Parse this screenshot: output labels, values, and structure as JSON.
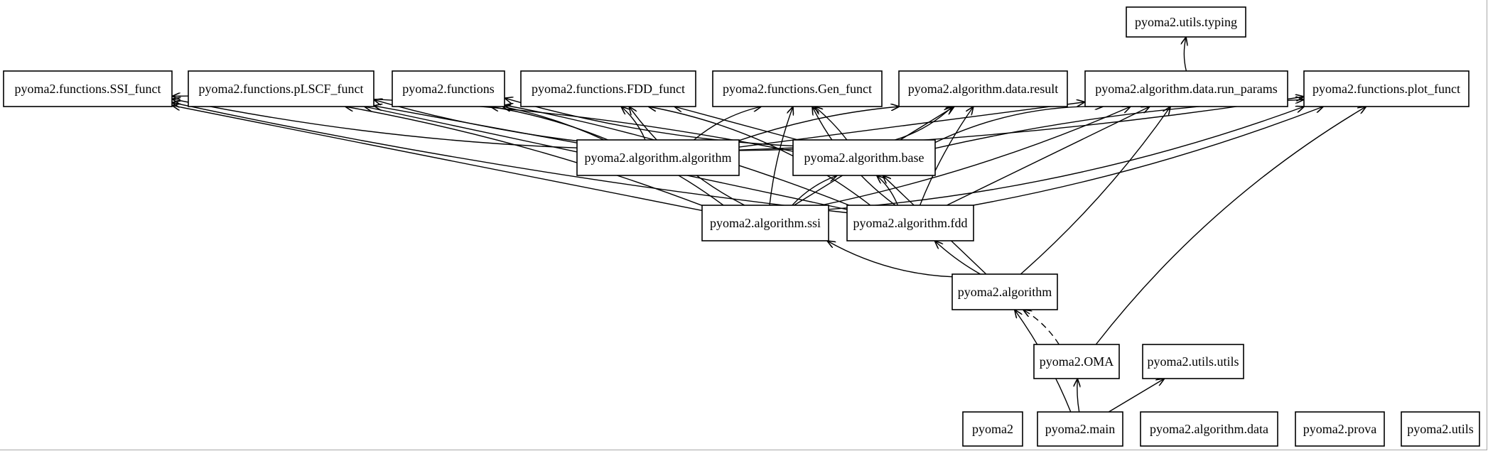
{
  "diagram": {
    "type": "module dependency graph",
    "edge_color": "#000000",
    "node_fill": "#ffffff",
    "nodes": [
      {
        "id": "typing",
        "label": "pyoma2.utils.typing"
      },
      {
        "id": "ssi_funct",
        "label": "pyoma2.functions.SSI_funct"
      },
      {
        "id": "plscf_funct",
        "label": "pyoma2.functions.pLSCF_funct"
      },
      {
        "id": "functions",
        "label": "pyoma2.functions"
      },
      {
        "id": "fdd_funct",
        "label": "pyoma2.functions.FDD_funct"
      },
      {
        "id": "gen_funct",
        "label": "pyoma2.functions.Gen_funct"
      },
      {
        "id": "result",
        "label": "pyoma2.algorithm.data.result"
      },
      {
        "id": "run_params",
        "label": "pyoma2.algorithm.data.run_params"
      },
      {
        "id": "plot_funct",
        "label": "pyoma2.functions.plot_funct"
      },
      {
        "id": "alg_alg",
        "label": "pyoma2.algorithm.algorithm"
      },
      {
        "id": "alg_base",
        "label": "pyoma2.algorithm.base"
      },
      {
        "id": "alg_ssi",
        "label": "pyoma2.algorithm.ssi"
      },
      {
        "id": "alg_fdd",
        "label": "pyoma2.algorithm.fdd"
      },
      {
        "id": "algorithm",
        "label": "pyoma2.algorithm"
      },
      {
        "id": "oma",
        "label": "pyoma2.OMA"
      },
      {
        "id": "utils_utils",
        "label": "pyoma2.utils.utils"
      },
      {
        "id": "pyoma2",
        "label": "pyoma2"
      },
      {
        "id": "main",
        "label": "pyoma2.main"
      },
      {
        "id": "alg_data",
        "label": "pyoma2.algorithm.data"
      },
      {
        "id": "prova",
        "label": "pyoma2.prova"
      },
      {
        "id": "utils",
        "label": "pyoma2.utils"
      }
    ],
    "edges": [
      {
        "from": "run_params",
        "to": "typing"
      },
      {
        "from": "alg_alg",
        "to": "ssi_funct"
      },
      {
        "from": "alg_alg",
        "to": "plscf_funct"
      },
      {
        "from": "alg_alg",
        "to": "functions"
      },
      {
        "from": "alg_alg",
        "to": "fdd_funct"
      },
      {
        "from": "alg_alg",
        "to": "gen_funct"
      },
      {
        "from": "alg_alg",
        "to": "result"
      },
      {
        "from": "alg_alg",
        "to": "run_params"
      },
      {
        "from": "alg_alg",
        "to": "plot_funct"
      },
      {
        "from": "alg_base",
        "to": "ssi_funct"
      },
      {
        "from": "alg_base",
        "to": "plscf_funct"
      },
      {
        "from": "alg_base",
        "to": "functions"
      },
      {
        "from": "alg_base",
        "to": "fdd_funct"
      },
      {
        "from": "alg_base",
        "to": "gen_funct"
      },
      {
        "from": "alg_base",
        "to": "result"
      },
      {
        "from": "alg_base",
        "to": "run_params"
      },
      {
        "from": "alg_base",
        "to": "plot_funct"
      },
      {
        "from": "alg_ssi",
        "to": "ssi_funct"
      },
      {
        "from": "alg_ssi",
        "to": "plscf_funct"
      },
      {
        "from": "alg_ssi",
        "to": "functions"
      },
      {
        "from": "alg_ssi",
        "to": "fdd_funct"
      },
      {
        "from": "alg_ssi",
        "to": "gen_funct"
      },
      {
        "from": "alg_ssi",
        "to": "result"
      },
      {
        "from": "alg_ssi",
        "to": "run_params"
      },
      {
        "from": "alg_ssi",
        "to": "plot_funct"
      },
      {
        "from": "alg_ssi",
        "to": "alg_base"
      },
      {
        "from": "alg_fdd",
        "to": "ssi_funct"
      },
      {
        "from": "alg_fdd",
        "to": "plscf_funct"
      },
      {
        "from": "alg_fdd",
        "to": "functions"
      },
      {
        "from": "alg_fdd",
        "to": "fdd_funct"
      },
      {
        "from": "alg_fdd",
        "to": "gen_funct"
      },
      {
        "from": "alg_fdd",
        "to": "result"
      },
      {
        "from": "alg_fdd",
        "to": "run_params"
      },
      {
        "from": "alg_fdd",
        "to": "plot_funct"
      },
      {
        "from": "alg_fdd",
        "to": "alg_base"
      },
      {
        "from": "algorithm",
        "to": "alg_ssi"
      },
      {
        "from": "algorithm",
        "to": "alg_fdd"
      },
      {
        "from": "algorithm",
        "to": "alg_base"
      },
      {
        "from": "algorithm",
        "to": "run_params"
      },
      {
        "from": "oma",
        "to": "algorithm",
        "style": "dashed"
      },
      {
        "from": "oma",
        "to": "plot_funct"
      },
      {
        "from": "main",
        "to": "oma"
      },
      {
        "from": "main",
        "to": "utils_utils"
      },
      {
        "from": "main",
        "to": "algorithm"
      }
    ]
  }
}
